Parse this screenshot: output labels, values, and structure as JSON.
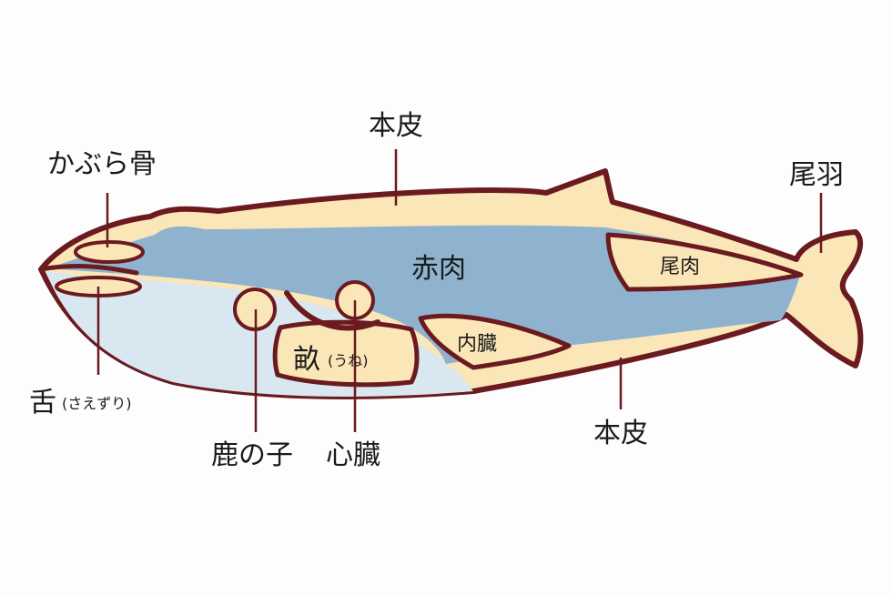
{
  "labels": {
    "kabura_bone": "かぶら骨",
    "top_skin": "本皮",
    "tail_fin": "尾羽",
    "red_meat": "赤肉",
    "tail_meat": "尾肉",
    "organs": "内臓",
    "une_main": "畝",
    "une_reading": "(うね)",
    "tongue_main": "舌",
    "tongue_reading": "(さえずり)",
    "kanoko": "鹿の子",
    "heart": "心臓",
    "bottom_skin": "本皮"
  },
  "colors": {
    "outline": "#6b1a1f",
    "skin": "#fbe6b8",
    "red_meat": "#8fb3cf",
    "belly": "#d9e7f1",
    "background": "#fdfdfd"
  }
}
